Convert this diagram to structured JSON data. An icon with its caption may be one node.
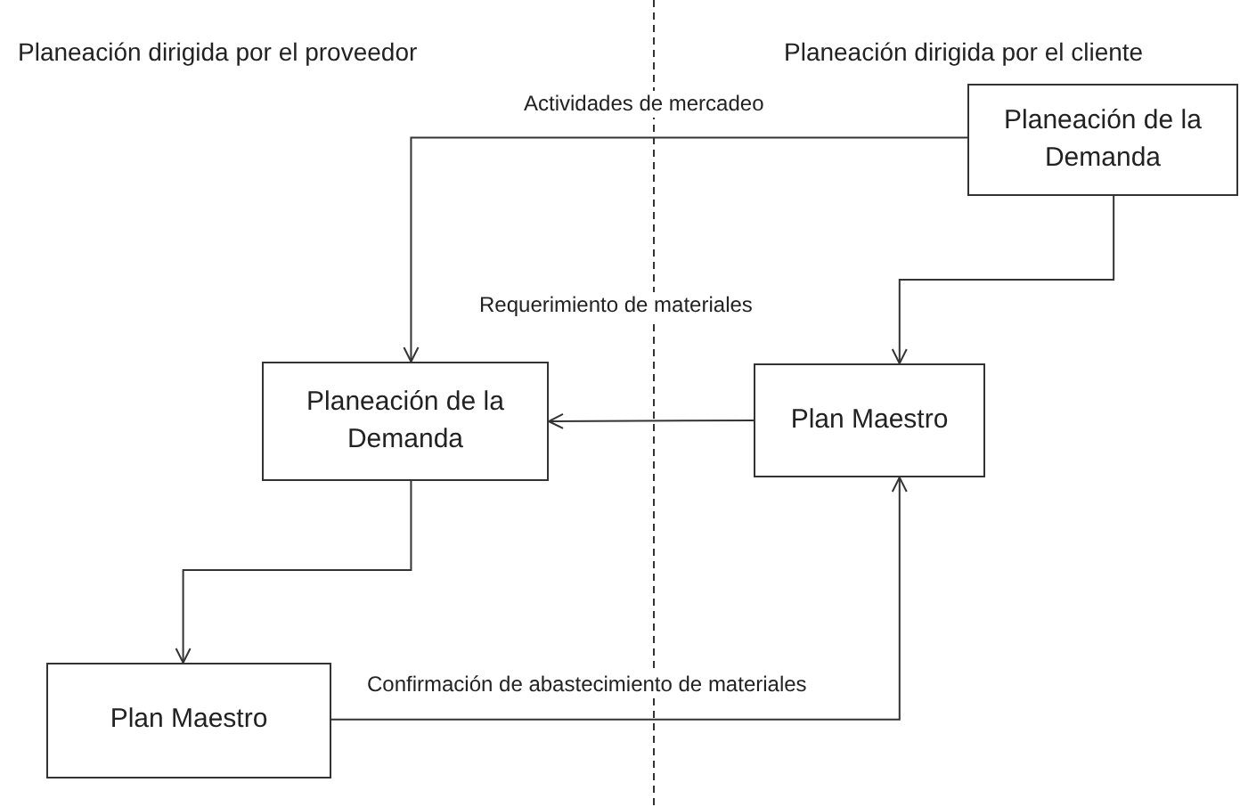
{
  "diagram": {
    "nodes": [
      {
        "text": [
          "Planeación de la Demanda"
        ]
      },
      {
        "text": [
          "Plan Maestro"
        ]
      },
      {
        "text": [
          "Planeación de la Demanda"
        ]
      },
      {
        "text": [
          "Plan Maestro"
        ]
      }
    ],
    "edges": [
      {
        "from": 0,
        "to": 1,
        "arrow": "to"
      },
      {
        "from": 0,
        "to": 2,
        "arrow": "to",
        "label": "Actividades de mercadeo"
      },
      {
        "from": 1,
        "to": 2,
        "arrow": "to",
        "label": "Requerimiento de materiales"
      },
      {
        "from": 2,
        "to": 3,
        "arrow": "to"
      },
      {
        "from": 3,
        "to": 1,
        "arrow": "to",
        "label": "Confirmación de abastecimiento de materiales"
      }
    ],
    "labels": [
      "Planeación dirigida por el proveedor",
      "Planeación dirigida por el cliente"
    ]
  }
}
